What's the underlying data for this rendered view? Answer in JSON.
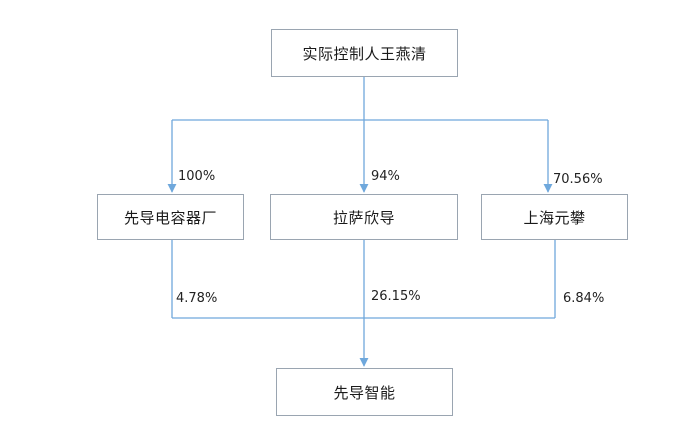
{
  "diagram": {
    "colors": {
      "line": "#6fa8dc",
      "box_border": "#9aa5b1"
    },
    "nodes": {
      "controller": "实际控制人王燕清",
      "xiandao_rongqi": "先导电容器厂",
      "lasa_xindao": "拉萨欣导",
      "shanghai_yuanpan": "上海元攀",
      "xiandao_zhineng": "先导智能"
    },
    "edges": {
      "controller_to_rongqi": "100%",
      "controller_to_lasa": "94%",
      "controller_to_shanghai": "70.56%",
      "rongqi_to_zhineng": "4.78%",
      "lasa_to_zhineng": "26.15%",
      "shanghai_to_zhineng": "6.84%"
    }
  }
}
